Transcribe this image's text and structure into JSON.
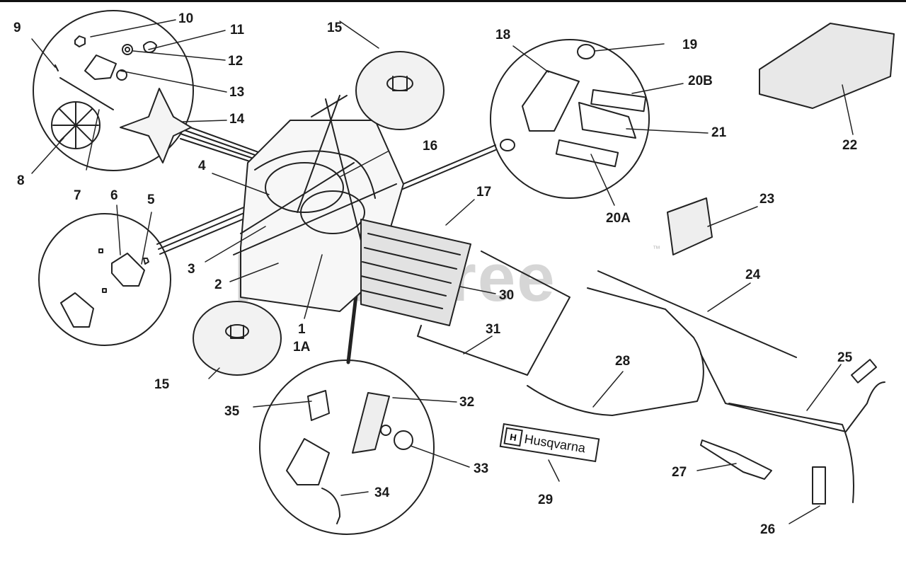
{
  "diagram": {
    "watermark": "PartsTree",
    "watermark_mark": "™",
    "brand_label": "Husqvarna",
    "brand_logo_letter": "H",
    "labels": {
      "l1": "1",
      "l1A": "1A",
      "l2": "2",
      "l3": "3",
      "l4": "4",
      "l5": "5",
      "l6": "6",
      "l7": "7",
      "l8": "8",
      "l9": "9",
      "l10": "10",
      "l11": "11",
      "l12": "12",
      "l13": "13",
      "l14": "14",
      "l15a": "15",
      "l15b": "15",
      "l16": "16",
      "l17": "17",
      "l18": "18",
      "l19": "19",
      "l20A": "20A",
      "l20B": "20B",
      "l21": "21",
      "l22": "22",
      "l23": "23",
      "l24": "24",
      "l25": "25",
      "l26": "26",
      "l27": "27",
      "l28": "28",
      "l29": "29",
      "l30": "30",
      "l31": "31",
      "l32": "32",
      "l33": "33",
      "l34": "34",
      "l35": "35"
    },
    "colors": {
      "ink": "#1a1a1a",
      "watermark": "#d6d6d6",
      "bar": "#111111"
    }
  }
}
